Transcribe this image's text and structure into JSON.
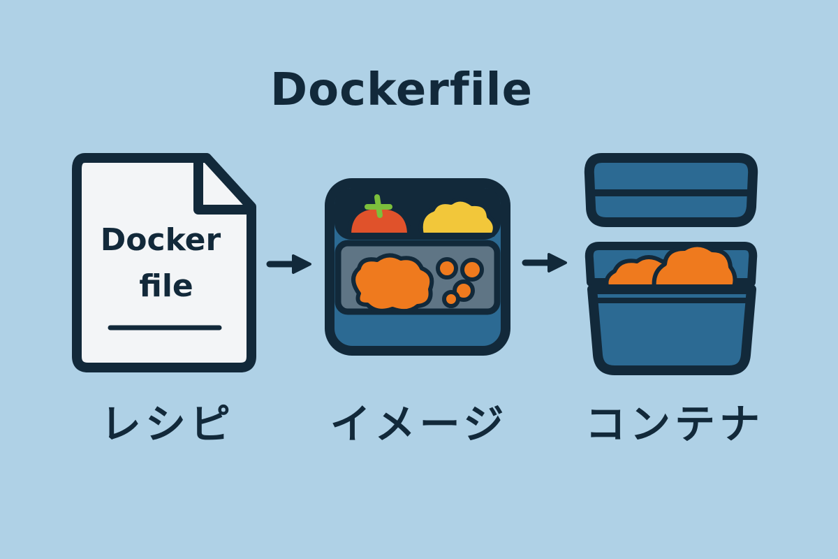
{
  "title": "Dockerfile",
  "document": {
    "line1": "Docker",
    "line2": "file"
  },
  "steps": [
    {
      "label": "レシピ",
      "icon": "recipe-document-icon"
    },
    {
      "label": "イメージ",
      "icon": "bento-box-icon"
    },
    {
      "label": "コンテナ",
      "icon": "open-lunchbox-icon"
    }
  ],
  "colors": {
    "background": "#afd1e6",
    "ink": "#12293a",
    "box_blue": "#2c6a93",
    "tray_gray": "#5f7585",
    "paper": "#f3f5f7",
    "tomato": "#e0522b",
    "egg": "#f2c73a",
    "karaage": "#ef7a1e",
    "leaf": "#7cbf3c"
  }
}
